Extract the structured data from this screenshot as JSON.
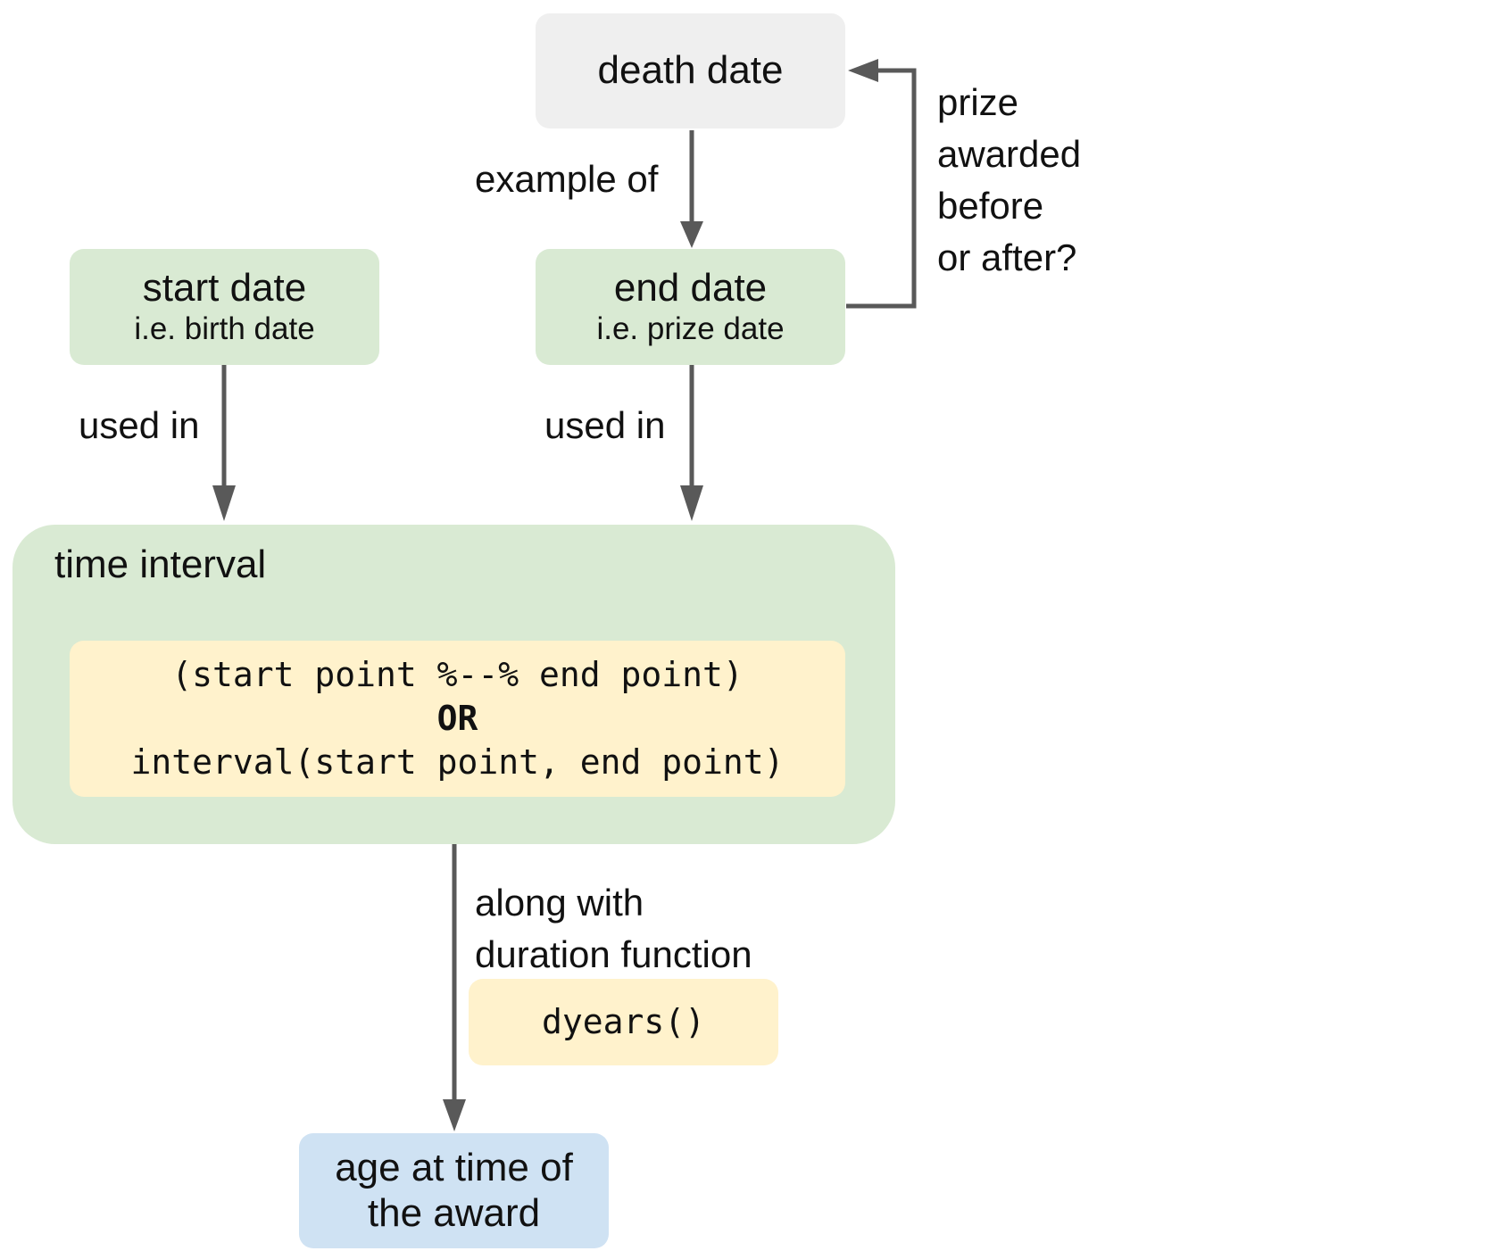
{
  "nodes": {
    "death_date": {
      "title": "death date"
    },
    "start_date": {
      "title": "start date",
      "subtitle": "i.e. birth date"
    },
    "end_date": {
      "title": "end date",
      "subtitle": "i.e. prize date"
    },
    "time_interval": {
      "title": "time interval",
      "code_line1": "(start point %--% end point)",
      "code_or": "OR",
      "code_line2": "interval(start point, end point)"
    },
    "dyears": {
      "code": "dyears()"
    },
    "age": {
      "line1": "age at time of",
      "line2": "the award"
    }
  },
  "edges": {
    "example_of": "example of",
    "used_in_start": "used in",
    "used_in_end": "used in",
    "prize_question": [
      "prize",
      "awarded",
      "before",
      "or after?"
    ],
    "duration": [
      "along with",
      "duration function"
    ]
  },
  "colors": {
    "gray": "#efefef",
    "green": "#d9ead3",
    "yellow": "#fff2cc",
    "blue": "#cfe2f3",
    "arrow": "#595959"
  }
}
